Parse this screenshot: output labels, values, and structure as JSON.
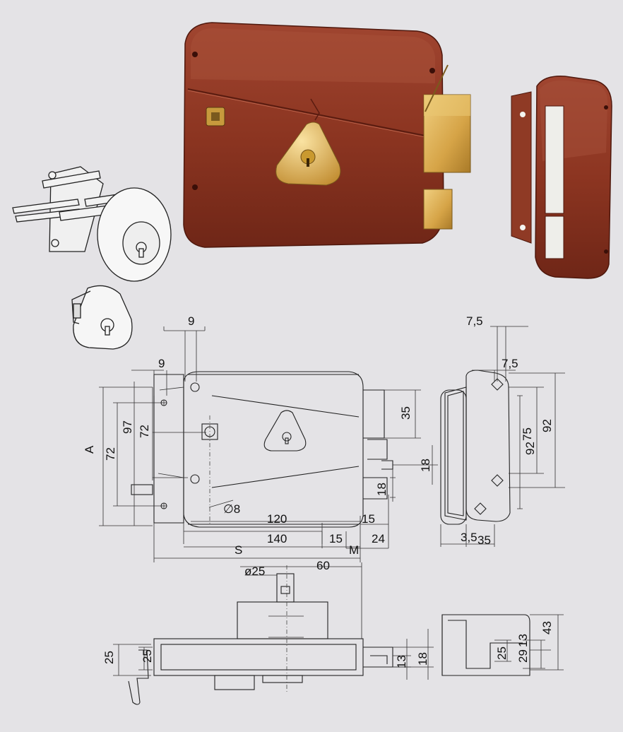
{
  "colors": {
    "background": "#e4e3e6",
    "lock_body": "#8e3522",
    "brass": "#d8a94c",
    "line": "#222222"
  },
  "dimensions": {
    "top_nine": "9",
    "left_nine": "9",
    "A": "A",
    "seventy_two_outer": "72",
    "ninety_seven": "97",
    "seventy_two_inner": "72",
    "thirty_five_bolt": "35",
    "eighteen_latch_h": "18",
    "eighteen_latch_v": "18",
    "diameter_eight": "∅8",
    "one_twenty": "120",
    "fifteen_right": "15",
    "one_forty": "140",
    "fifteen_low": "15",
    "twenty_four": "24",
    "S": "S",
    "M": "M",
    "sixty": "60",
    "diameter_25": "ø25",
    "keeper_seven_five_top": "7,5",
    "keeper_seven_five_second": "7,5",
    "keeper_ninety_two": "92",
    "keeper_ninety_two_inner": "92",
    "keeper_seventy_five": "75",
    "keeper_three_five_left": "3,5",
    "keeper_thirty_five": "35",
    "plan_twenty_five_outer": "25",
    "plan_twenty_five_inner": "25",
    "plan_thirteen": "13",
    "plan_eighteen": "18",
    "keeper_plan_forty_three": "43",
    "keeper_plan_twenty_five": "25",
    "keeper_plan_twenty_nine": "29",
    "keeper_plan_thirteen": "13"
  }
}
